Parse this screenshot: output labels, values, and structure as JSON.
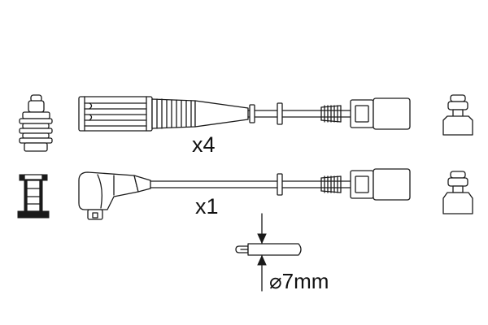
{
  "labels": {
    "quantity_top": "x4",
    "quantity_bottom": "x1",
    "diameter": "⌀7mm"
  },
  "colors": {
    "line": "#1a1a1a",
    "background": "#ffffff"
  },
  "icons": {
    "arrow_down": "arrow-down-icon",
    "arrow_up": "arrow-up-icon"
  }
}
